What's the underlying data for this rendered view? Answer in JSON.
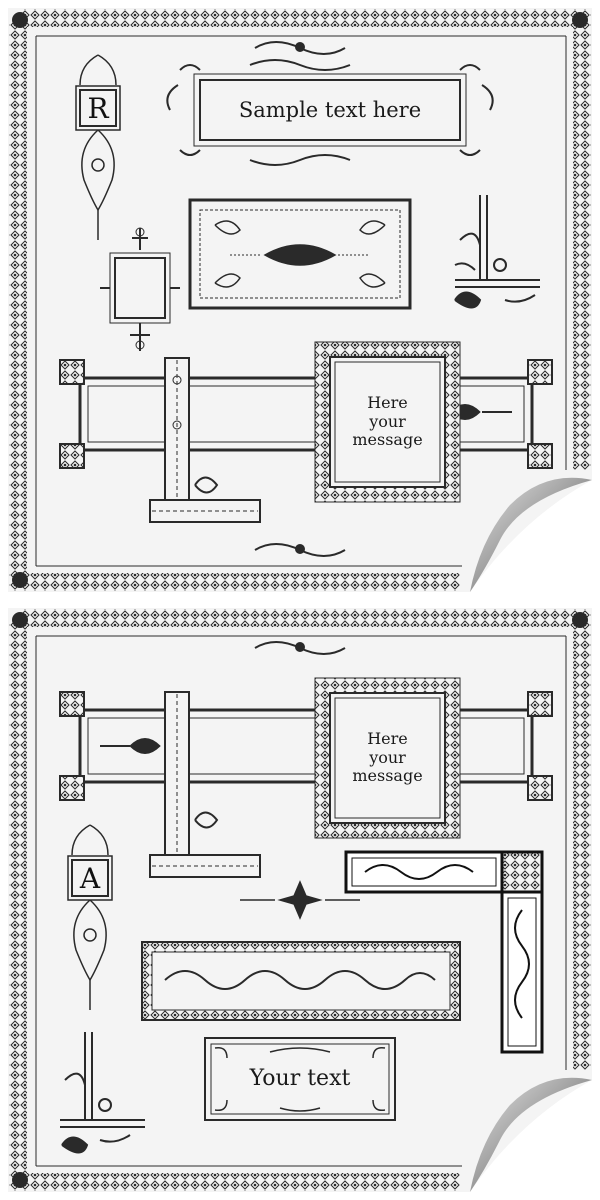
{
  "colors": {
    "ink": "#2a2a2a",
    "paper": "#f4f4f4",
    "page": "#ffffff",
    "curl": "#9a9a9a"
  },
  "sheets": [
    {
      "monogram": "R",
      "banner_text": "Sample text here",
      "message_text": "Here\nyour\nmessage"
    },
    {
      "monogram": "A",
      "message_text": "Here\nyour\nmessage",
      "plaque_text": "Your text"
    }
  ]
}
